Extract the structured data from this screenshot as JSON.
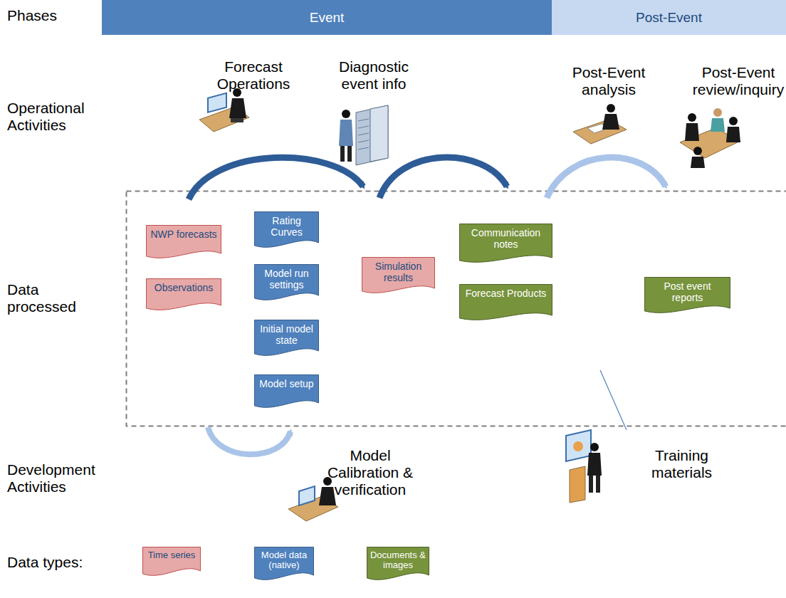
{
  "diagram": {
    "nodes": [
      {
        "text": [
          "Event"
        ]
      },
      {
        "text": [
          "Post-Event"
        ]
      },
      {
        "text": [
          "NWP forecasts"
        ]
      },
      {
        "text": [
          "Observations"
        ]
      },
      {
        "text": [
          "Rating Curves"
        ]
      },
      {
        "text": [
          "Model run settings"
        ]
      },
      {
        "text": [
          "Initial model state"
        ]
      },
      {
        "text": [
          "Model setup"
        ]
      },
      {
        "text": [
          "Simulation results"
        ]
      },
      {
        "text": [
          "Communication notes"
        ]
      },
      {
        "text": [
          "Forecast Products"
        ]
      },
      {
        "text": [
          "Post event reports"
        ]
      }
    ],
    "labels": [
      "Phases",
      "Operational Activities",
      "Forecast Operations",
      "Diagnostic event info",
      "Post-Event analysis",
      "Post-Event review/inquiry",
      "Data processed",
      "Development Activities",
      "Model Calibration & verification",
      "Training materials",
      "Data types:"
    ],
    "legend": [
      {
        "text": "Time series",
        "color": "#e6a9a8"
      },
      {
        "text": "Model data (native)",
        "color": "#4f81bd"
      },
      {
        "text": "Documents & images",
        "color": "#77933c"
      }
    ]
  }
}
